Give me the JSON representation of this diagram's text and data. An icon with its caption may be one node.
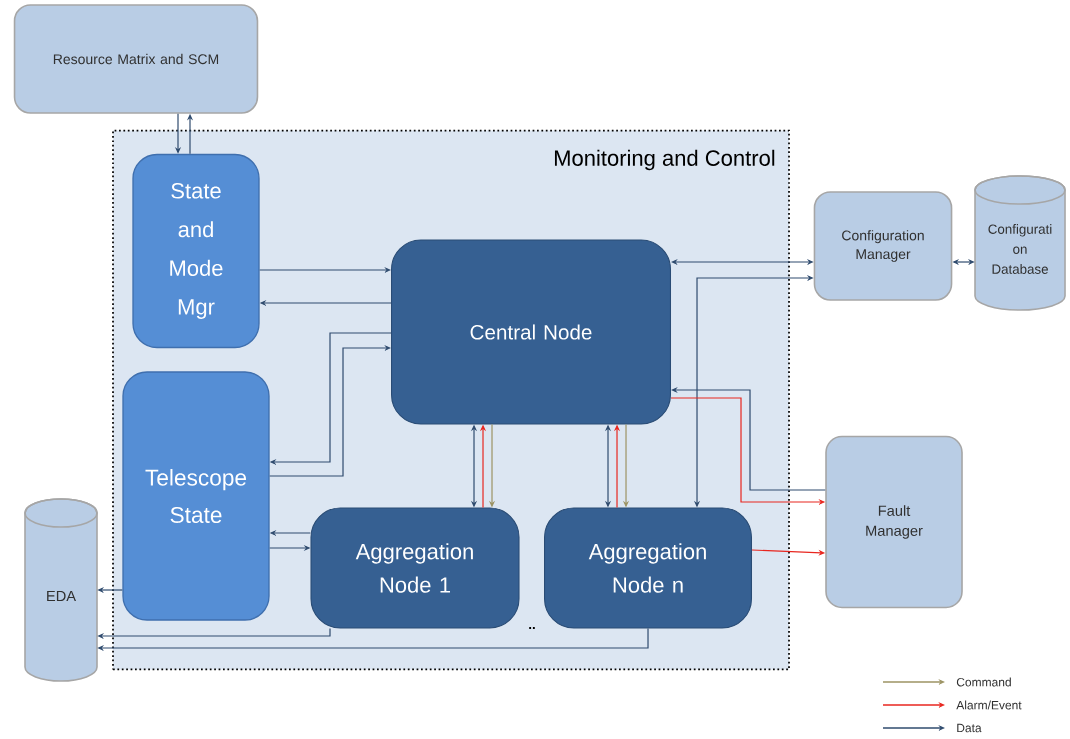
{
  "diagram": {
    "nodes": [
      {
        "text": [
          "Resource Matrix and SCM"
        ]
      },
      {
        "text": [
          "Monitoring and Control"
        ]
      },
      {
        "text": [
          "State and Mode Mgr"
        ],
        "in": 1
      },
      {
        "text": [
          "Telescope State"
        ],
        "in": 1
      },
      {
        "text": [
          "Central Node"
        ],
        "in": 1
      },
      {
        "text": [
          "Aggregation Node 1"
        ],
        "in": 1
      },
      {
        "text": [
          "Aggregation Node n"
        ],
        "in": 1
      },
      {
        "text": [
          "Configuration Manager"
        ]
      },
      {
        "text": [
          "Configurati on Database"
        ]
      },
      {
        "text": [
          "Fault Manager"
        ]
      },
      {
        "text": [
          "EDA"
        ]
      }
    ],
    "edges": [
      {
        "from": 0,
        "to": 2,
        "arrow": "to"
      },
      {
        "from": 2,
        "to": 0,
        "arrow": "to"
      },
      {
        "from": 2,
        "to": 4,
        "arrow": "to"
      },
      {
        "from": 4,
        "to": 2,
        "arrow": "to"
      },
      {
        "from": 4,
        "to": 3,
        "arrow": "to"
      },
      {
        "from": 3,
        "to": 4,
        "arrow": "to"
      },
      {
        "from": 4,
        "to": 5,
        "arrow": "both"
      },
      {
        "from": 5,
        "to": 4,
        "arrow": "to",
        "color": "#e8261f"
      },
      {
        "from": 4,
        "to": 5,
        "arrow": "to",
        "color": "#9c9363"
      },
      {
        "from": 4,
        "to": 6,
        "arrow": "both"
      },
      {
        "from": 6,
        "to": 4,
        "arrow": "to",
        "color": "#e8261f"
      },
      {
        "from": 4,
        "to": 6,
        "arrow": "to",
        "color": "#9c9363"
      },
      {
        "from": 4,
        "to": 7,
        "arrow": "both"
      },
      {
        "from": 7,
        "to": 6,
        "arrow": "both"
      },
      {
        "from": 7,
        "to": 8,
        "arrow": "both"
      },
      {
        "from": 9,
        "to": 4,
        "arrow": "to"
      },
      {
        "from": 4,
        "to": 9,
        "arrow": "to",
        "color": "#e8261f"
      },
      {
        "from": 6,
        "to": 9,
        "arrow": "to",
        "color": "#e8261f"
      },
      {
        "from": 5,
        "to": 3,
        "arrow": "to"
      },
      {
        "from": 3,
        "to": 5,
        "arrow": "to"
      },
      {
        "from": 3,
        "to": 10,
        "arrow": "to"
      },
      {
        "from": 5,
        "to": 10,
        "arrow": "to"
      },
      {
        "from": 6,
        "to": 10,
        "arrow": "to"
      }
    ],
    "labels": [
      ".."
    ],
    "legend": [
      {
        "text": "Command"
      },
      {
        "text": "Alarm/Event"
      },
      {
        "text": "Data"
      }
    ]
  }
}
